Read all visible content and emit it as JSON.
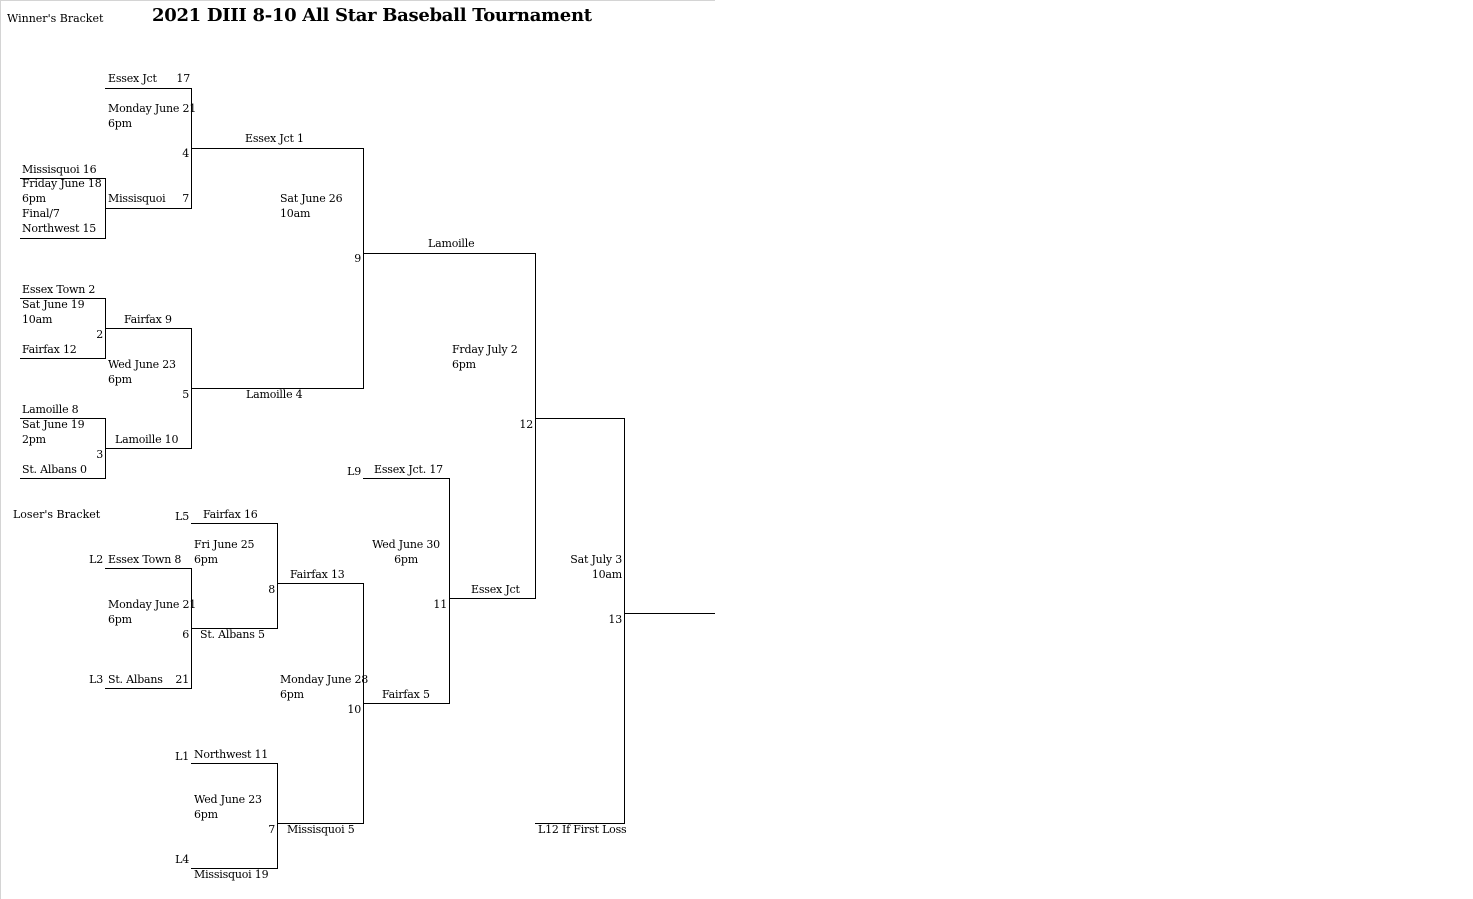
{
  "title": "2021 DIII 8-10 All Star Baseball Tournament",
  "sections": {
    "winners": "Winner's Bracket",
    "losers": "Loser's Bracket"
  },
  "winners": {
    "g1": {
      "top": "Missisquoi  16",
      "date": "Friday June 18",
      "time": "6pm",
      "note": "Final/7",
      "bottom": "Northwest  15"
    },
    "g2": {
      "top": "Essex Town   2",
      "date": "Sat June 19",
      "time": "10am",
      "num": "2",
      "bottom": "Fairfax   12"
    },
    "g3": {
      "top": "Lamoille  8",
      "date": "Sat June 19",
      "time": "2pm",
      "num": "3",
      "bottom": "St. Albans   0"
    },
    "g4": {
      "top_team": "Essex Jct",
      "top_score": "17",
      "date": "Monday June 21",
      "time": "6pm",
      "num": "4",
      "bottom_team": "Missisquoi",
      "bottom_score": "7"
    },
    "g5": {
      "top": "Fairfax   9",
      "date": "Wed June 23",
      "time": "6pm",
      "num": "5",
      "bottom": "Lamoille   10"
    },
    "g9": {
      "top": "Essex Jct     1",
      "date": "Sat June 26",
      "time": "10am",
      "num": "9",
      "bottom": "Lamoille     4"
    },
    "g12": {
      "top": "Lamoille",
      "date": "Frday July 2",
      "time": "6pm",
      "num": "12",
      "bottom": "Essex Jct"
    },
    "g13": {
      "date": "Sat July 3",
      "time": "10am",
      "num": "13",
      "bottom": "L12 If First Loss"
    }
  },
  "losers": {
    "g6": {
      "top_tag": "L2",
      "top": "Essex Town    8",
      "date": "Monday June 21",
      "time": "6pm",
      "num": "6",
      "bottom_tag": "L3",
      "bottom_team": "St. Albans",
      "bottom_score": "21"
    },
    "g7": {
      "top_tag": "L1",
      "top": "Northwest   11",
      "date": "Wed June 23",
      "time": "6pm",
      "num": "7",
      "bottom_tag": "L4",
      "bottom": "Missisquoi   19"
    },
    "g8": {
      "top_tag": "L5",
      "top": "Fairfax    16",
      "date": "Fri June 25",
      "time": "6pm",
      "num": "8",
      "bottom": "St. Albans   5"
    },
    "g10": {
      "top": "Fairfax    13",
      "date": "Monday June 28",
      "time": "6pm",
      "num": "10",
      "bottom": "Missisquoi   5"
    },
    "g11": {
      "top_tag": "L9",
      "top": "Essex Jct.  17",
      "date": "Wed June 30",
      "time": "6pm",
      "num": "11",
      "bottom": "Fairfax   5"
    }
  }
}
